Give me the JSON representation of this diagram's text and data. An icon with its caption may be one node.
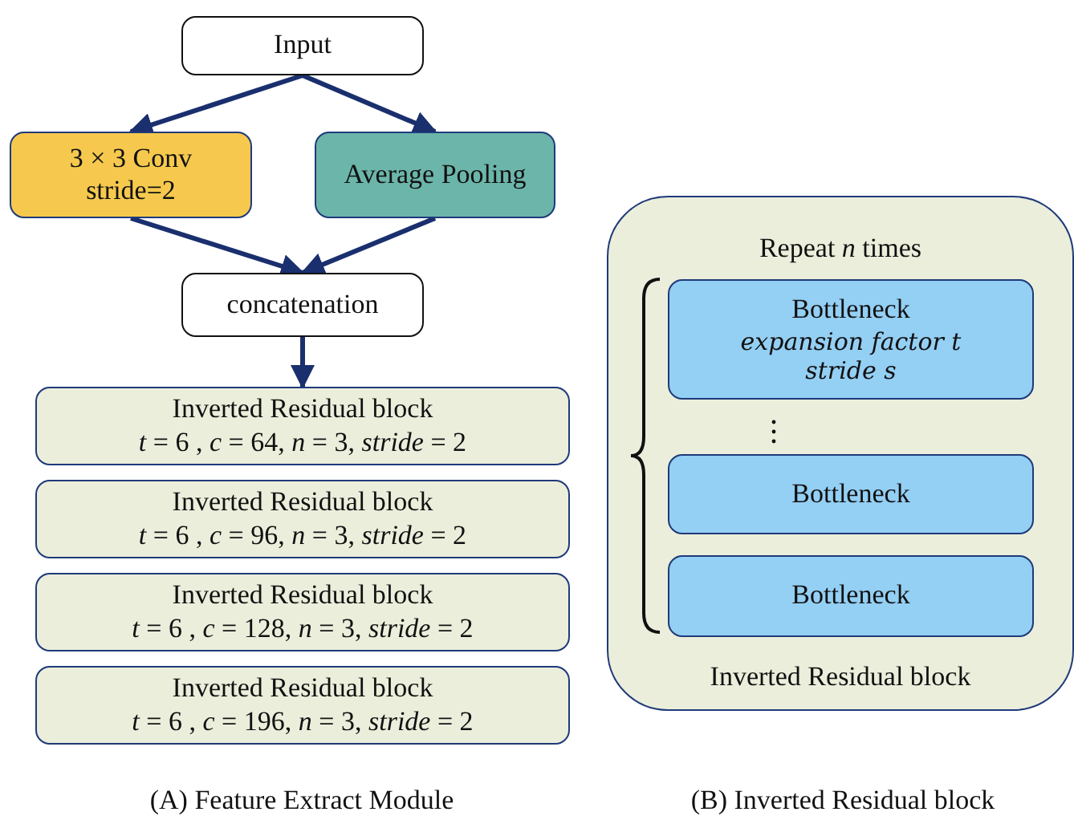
{
  "diagram": {
    "nodes": [
      {
        "text": [
          "Input"
        ]
      },
      {
        "text": [
          "3 × 3 Conv stride=2"
        ]
      },
      {
        "text": [
          "Average Pooling"
        ]
      },
      {
        "text": [
          "concatenation"
        ]
      },
      {
        "text": [
          "Inverted Residual block",
          "*t* = 6 , *c* = 64, *n* = 3, *stride* = 2"
        ]
      },
      {
        "text": [
          "Inverted Residual block",
          "*t* = 6 , *c* = 96, *n* = 3, *stride* = 2"
        ]
      },
      {
        "text": [
          "Inverted Residual block",
          "*t* = 6 , *c* = 128, *n* = 3, *stride* = 2"
        ]
      },
      {
        "text": [
          "Inverted Residual block",
          "*t* = 6 , *c* = 196, *n* = 3, *stride* = 2"
        ]
      },
      {
        "text": [
          "Repeat *n* times",
          "Inverted Residual block"
        ]
      },
      {
        "text": [
          "Bottleneck",
          "expansion factor t stride s"
        ],
        "in": 8
      },
      {
        "text": [
          "Bottleneck"
        ],
        "in": 8
      },
      {
        "text": [
          "Bottleneck"
        ],
        "in": 8
      }
    ],
    "edges": [
      {
        "from": 0,
        "to": 1,
        "arrow": "to"
      },
      {
        "from": 0,
        "to": 2,
        "arrow": "to"
      },
      {
        "from": 1,
        "to": 3,
        "arrow": "to"
      },
      {
        "from": 2,
        "to": 3,
        "arrow": "to"
      },
      {
        "from": 3,
        "to": 4,
        "arrow": "to"
      }
    ],
    "labels": [
      "(A) Feature Extract Module",
      "(B) Inverted Residual block"
    ]
  }
}
